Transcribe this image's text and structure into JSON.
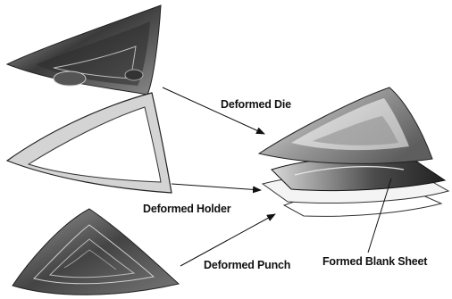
{
  "labels": {
    "die": "Deformed Die",
    "holder": "Deformed Holder",
    "punch": "Deformed Punch",
    "blank": "Formed Blank Sheet"
  },
  "parts": {
    "die": {
      "icon": "deformed-die-shape",
      "color": "#6a6a6a"
    },
    "holder": {
      "icon": "deformed-holder-ring",
      "color": "#bdbdbd"
    },
    "punch": {
      "icon": "deformed-punch-shape",
      "color": "#5a5a5a"
    },
    "assembly": {
      "icon": "stacked-assembly"
    }
  }
}
